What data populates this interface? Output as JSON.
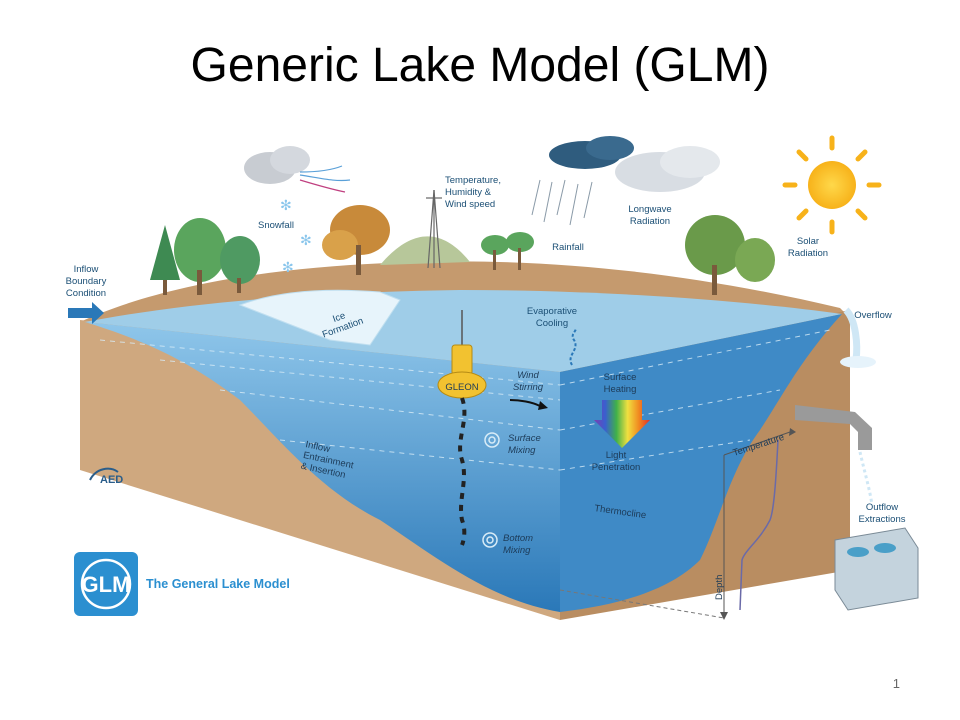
{
  "slide": {
    "title": "Generic Lake Model (GLM)",
    "page_number": "1"
  },
  "labels": {
    "inflow": [
      "Inflow",
      "Boundary",
      "Condition"
    ],
    "snowfall": "Snowfall",
    "met": [
      "Temperature,",
      "Humidity &",
      "Wind speed"
    ],
    "rainfall": "Rainfall",
    "longwave": [
      "Longwave",
      "Radiation"
    ],
    "solar": [
      "Solar",
      "Radiation"
    ],
    "overflow": "Overflow",
    "ice": [
      "Ice",
      "Formation"
    ],
    "evap": [
      "Evaporative",
      "Cooling"
    ],
    "wind_stirring": [
      "Wind",
      "Stirring"
    ],
    "surface_heating": [
      "Surface",
      "Heating"
    ],
    "surface_mixing": [
      "Surface",
      "Mixing"
    ],
    "light": [
      "Light",
      "Penetration"
    ],
    "entrainment": [
      "Inflow",
      "Entrainment",
      "& Insertion"
    ],
    "thermocline": "Thermocline",
    "bottom_mixing": [
      "Bottom",
      "Mixing"
    ],
    "temperature_axis": "Temperature",
    "depth_axis": "Depth",
    "outflow": [
      "Outflow",
      "Extractions"
    ],
    "buoy_text": "GLEON",
    "aed_logo": "AED",
    "glm_logo": "GLM",
    "glm_caption": "The General Lake Model"
  },
  "colors": {
    "water": "#5fa6d6",
    "water_deep": "#2f7fbf",
    "soil": "#c9a47c",
    "soil_dark": "#a27d57",
    "logo_blue": "#2b8fd0",
    "buoy": "#f2c230"
  }
}
